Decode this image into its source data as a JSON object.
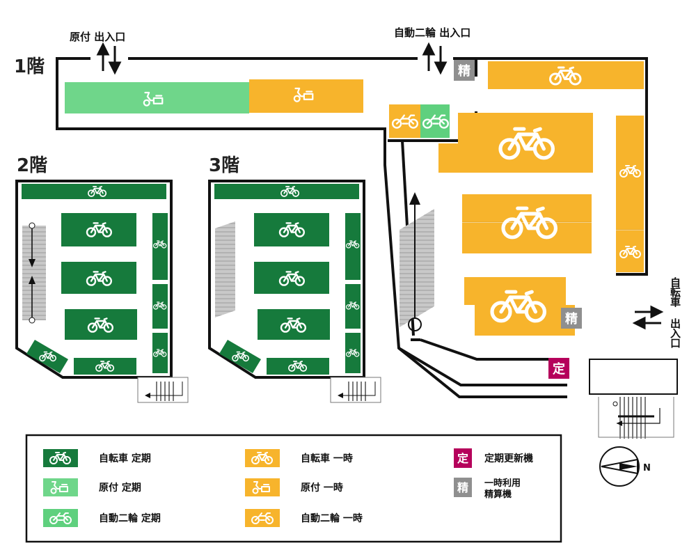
{
  "floors": {
    "f1": "1階",
    "f2": "2階",
    "f3": "3階"
  },
  "entrances": {
    "moped": "原付 出入口",
    "motorcycle": "自動二輪 出入口",
    "bicycle": "自転車 出入口"
  },
  "badges": {
    "pay": "精",
    "renew": "定"
  },
  "compass": "N",
  "colors": {
    "bicycle_regular": "#167a3c",
    "moped_regular": "#6fd68a",
    "motorcycle_regular": "#5fd07e",
    "temporary": "#f7b42c",
    "renew_badge": "#b5005b",
    "pay_badge": "#8f8f8f"
  },
  "legend": [
    {
      "kind": "bicycle",
      "label": "自転車 定期",
      "color": "#167a3c"
    },
    {
      "kind": "moped",
      "label": "原付 定期",
      "color": "#6fd68a"
    },
    {
      "kind": "motorcycle",
      "label": "自動二輪 定期",
      "color": "#5fd07e"
    },
    {
      "kind": "bicycle",
      "label": "自転車 一時",
      "color": "#f7b42c"
    },
    {
      "kind": "moped",
      "label": "原付 一時",
      "color": "#f7b42c"
    },
    {
      "kind": "motorcycle",
      "label": "自動二輪 一時",
      "color": "#f7b42c"
    },
    {
      "kind": "badge-renew",
      "label": "定期更新機",
      "color": "#b5005b"
    },
    {
      "kind": "badge-pay",
      "label": "一時利用 精算機",
      "color": "#8f8f8f"
    }
  ],
  "icons": {
    "bicycle": "bicycle-icon",
    "moped": "moped-icon",
    "motorcycle": "motorcycle-icon",
    "compass": "compass-icon",
    "arrow": "arrow-icon",
    "stairs": "stairs-icon"
  }
}
